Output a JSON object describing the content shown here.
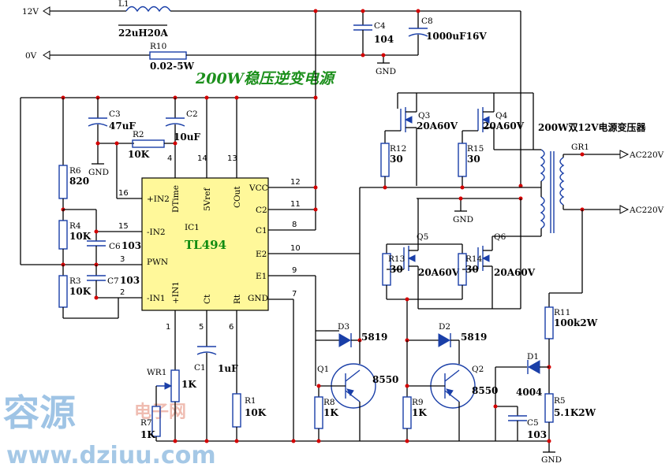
{
  "title": "200W稳压逆变电源",
  "nets": {
    "v12": "12V",
    "v0": "0V",
    "ac_top": "AC220V",
    "ac_bottom": "AC220V",
    "gnd": "GND"
  },
  "ic": {
    "ref": "IC1",
    "part": "TL494",
    "pins": {
      "p1": "1",
      "p2": "2",
      "p3": "3",
      "p4": "4",
      "p5": "5",
      "p6": "6",
      "p7": "7",
      "p8": "8",
      "p9": "9",
      "p10": "10",
      "p11": "11",
      "p12": "12",
      "p13": "13",
      "p14": "14",
      "p15": "15",
      "p16": "16"
    },
    "pin_names": {
      "in2p": "+IN2",
      "in2n": "-IN2",
      "pwn": "PWN",
      "in1n": "-IN1",
      "in1p": "+IN1",
      "ct": "Ct",
      "rt": "Rt",
      "dtime": "DTime",
      "vref": "5Vref",
      "cout": "COut",
      "vcc": "VCC",
      "c2": "C2",
      "c1": "C1",
      "e2": "E2",
      "e1": "E1",
      "gnd": "GND"
    }
  },
  "components": {
    "L1": {
      "ref": "L1",
      "value": "22uH20A"
    },
    "R10": {
      "ref": "R10",
      "value": "0.02-5W"
    },
    "C4": {
      "ref": "C4",
      "value": "104"
    },
    "C8": {
      "ref": "C8",
      "value": "1000uF16V"
    },
    "C3": {
      "ref": "C3",
      "value": "47uF"
    },
    "C2": {
      "ref": "C2",
      "value": "10uF"
    },
    "R2": {
      "ref": "R2",
      "value": "10K"
    },
    "R6": {
      "ref": "R6",
      "value": "820"
    },
    "R4": {
      "ref": "R4",
      "value": "10K"
    },
    "R3": {
      "ref": "R3",
      "value": "10K"
    },
    "C6": {
      "ref": "C6",
      "value": "103"
    },
    "C7": {
      "ref": "C7",
      "value": "103"
    },
    "WR1": {
      "ref": "WR1",
      "value": "1K"
    },
    "R7": {
      "ref": "R7",
      "value": "1K"
    },
    "C1": {
      "ref": "C1",
      "value": "1uF"
    },
    "R1": {
      "ref": "R1",
      "value": "10K"
    },
    "Q3": {
      "ref": "Q3",
      "value": "20A60V"
    },
    "Q4": {
      "ref": "Q4",
      "value": "20A60V"
    },
    "Q5": {
      "ref": "Q5",
      "value": "20A60V"
    },
    "Q6": {
      "ref": "Q6",
      "value": "20A60V"
    },
    "R12": {
      "ref": "R12",
      "value": "30"
    },
    "R15": {
      "ref": "R15",
      "value": "30"
    },
    "R13": {
      "ref": "R13",
      "value": "30"
    },
    "R14": {
      "ref": "R14",
      "value": "30"
    },
    "GR1": {
      "ref": "GR1",
      "value": "200W双12V电源变压器"
    },
    "D3": {
      "ref": "D3",
      "value": "5819"
    },
    "D2": {
      "ref": "D2",
      "value": "5819"
    },
    "Q1": {
      "ref": "Q1",
      "value": "8550"
    },
    "Q2": {
      "ref": "Q2",
      "value": "8550"
    },
    "R8": {
      "ref": "R8",
      "value": "1K"
    },
    "R9": {
      "ref": "R9",
      "value": "1K"
    },
    "R11": {
      "ref": "R11",
      "value": "100k2W"
    },
    "D1": {
      "ref": "D1",
      "value": "4004"
    },
    "R5": {
      "ref": "R5",
      "value": "5.1K2W"
    },
    "C5": {
      "ref": "C5",
      "value": "103"
    }
  },
  "watermark": {
    "brand": "容源",
    "sub": "电子网",
    "url": "www.dziuu.com"
  },
  "colors": {
    "wire": "#000000",
    "component": "#1a3fa8",
    "junction": "#d40000",
    "ic_fill": "#fff89a",
    "title": "#1b8f1b"
  }
}
